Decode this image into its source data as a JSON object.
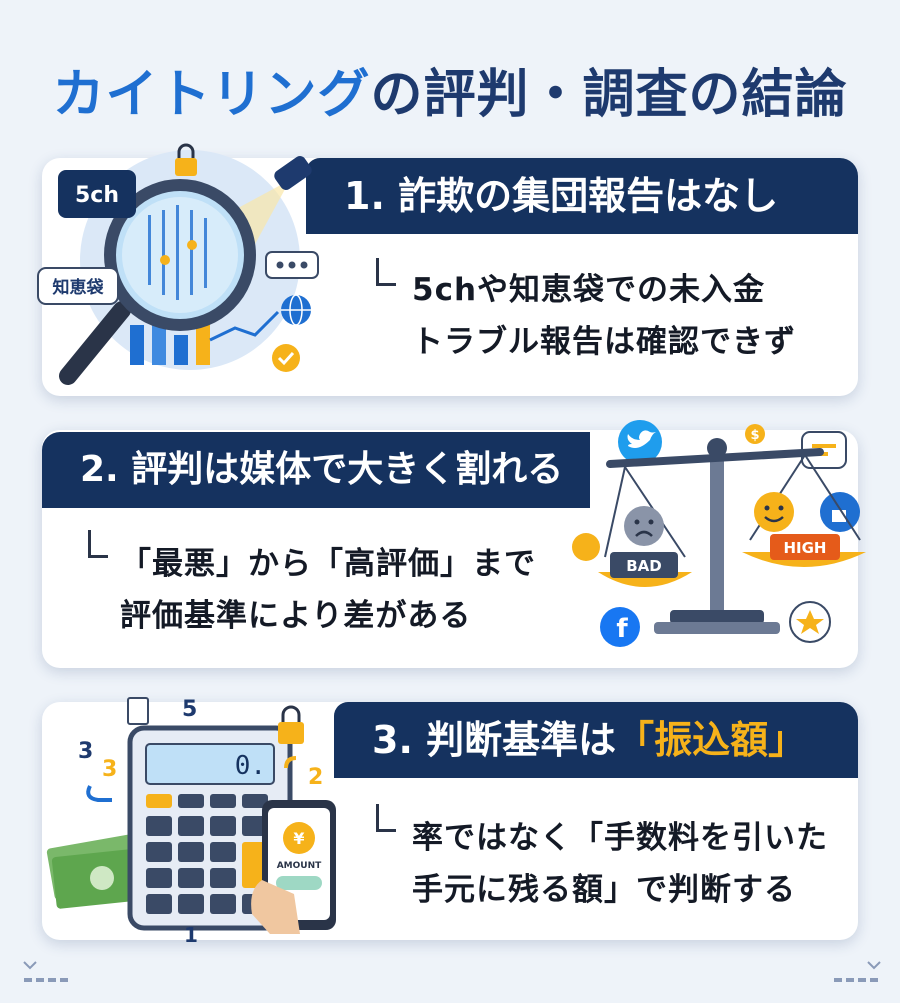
{
  "title": {
    "prefix": "カイトリング",
    "suffix": "の評判・調査の結論"
  },
  "sections": [
    {
      "number": "1.",
      "heading": "詐欺の集団報告はなし",
      "lines": [
        "5chや知恵袋での未入金",
        "トラブル報告は確認できず"
      ],
      "icon_labels": [
        "5ch",
        "知恵袋"
      ]
    },
    {
      "number": "2.",
      "heading": "評判は媒体で大きく割れる",
      "lines": [
        "「最悪」から「高評価」まで",
        "評価基準により差がある"
      ],
      "icon_labels": [
        "BAD",
        "HIGH"
      ]
    },
    {
      "number": "3.",
      "heading_prefix": "判断基準は",
      "heading_highlight": "「振込額」",
      "lines": [
        "率ではなく「手数料を引いた",
        "手元に残る額」で判断する"
      ],
      "icon_labels": [
        "AMOUNT",
        "¥",
        "5",
        "3",
        "3",
        "2",
        "1",
        "0."
      ]
    }
  ],
  "colors": {
    "navy": "#15325f",
    "title_blue": "#1f6fd1",
    "accent_yellow": "#f6b21a",
    "background": "#eef3f9"
  },
  "icons": [
    "magnifier-icon",
    "lock-icon",
    "bar-chart-icon",
    "globe-icon",
    "check-icon",
    "twitter-icon",
    "facebook-icon",
    "balance-scale-icon",
    "sad-face-icon",
    "smile-face-icon",
    "star-icon",
    "calculator-icon",
    "smartphone-icon",
    "cash-icon",
    "document-icon"
  ]
}
